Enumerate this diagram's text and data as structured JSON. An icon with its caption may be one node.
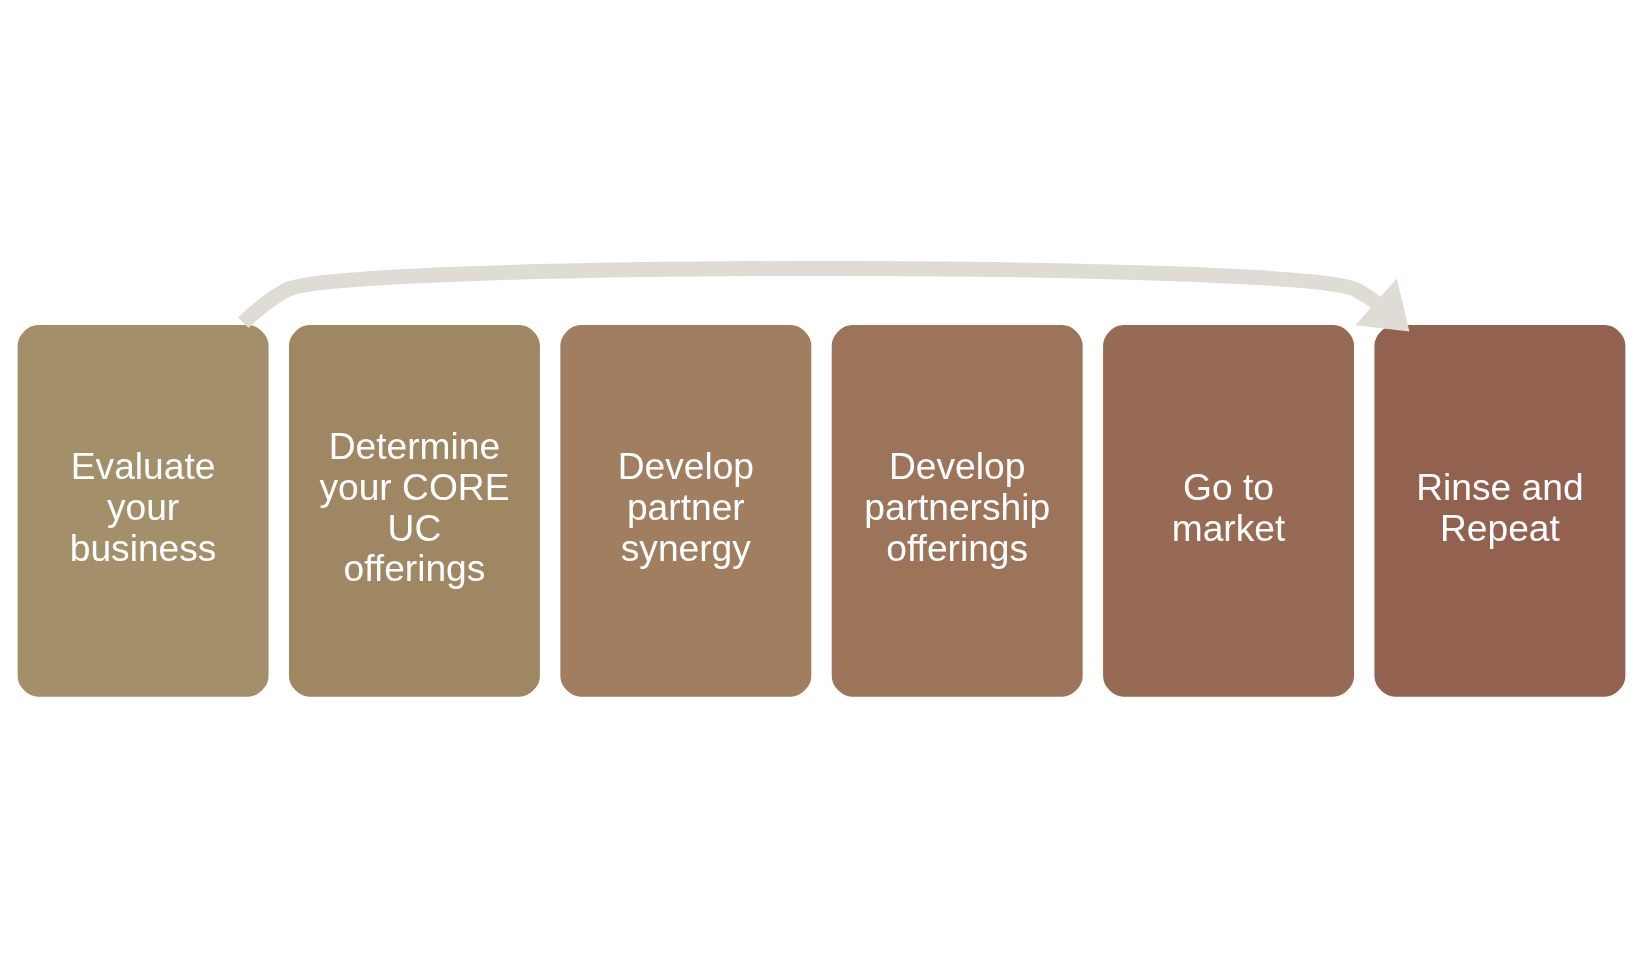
{
  "diagram": {
    "nodes": [
      {
        "text": [
          "Evaluate your business"
        ]
      },
      {
        "text": [
          "Determine your CORE UC offerings"
        ]
      },
      {
        "text": [
          "Develop partner synergy"
        ]
      },
      {
        "text": [
          "Develop partnership offerings"
        ]
      },
      {
        "text": [
          "Go to market"
        ]
      },
      {
        "text": [
          "Rinse and Repeat"
        ]
      }
    ],
    "edges": [
      {
        "from": 0,
        "to": 5,
        "arrow": "to",
        "color": "#dfdbd5"
      }
    ]
  }
}
